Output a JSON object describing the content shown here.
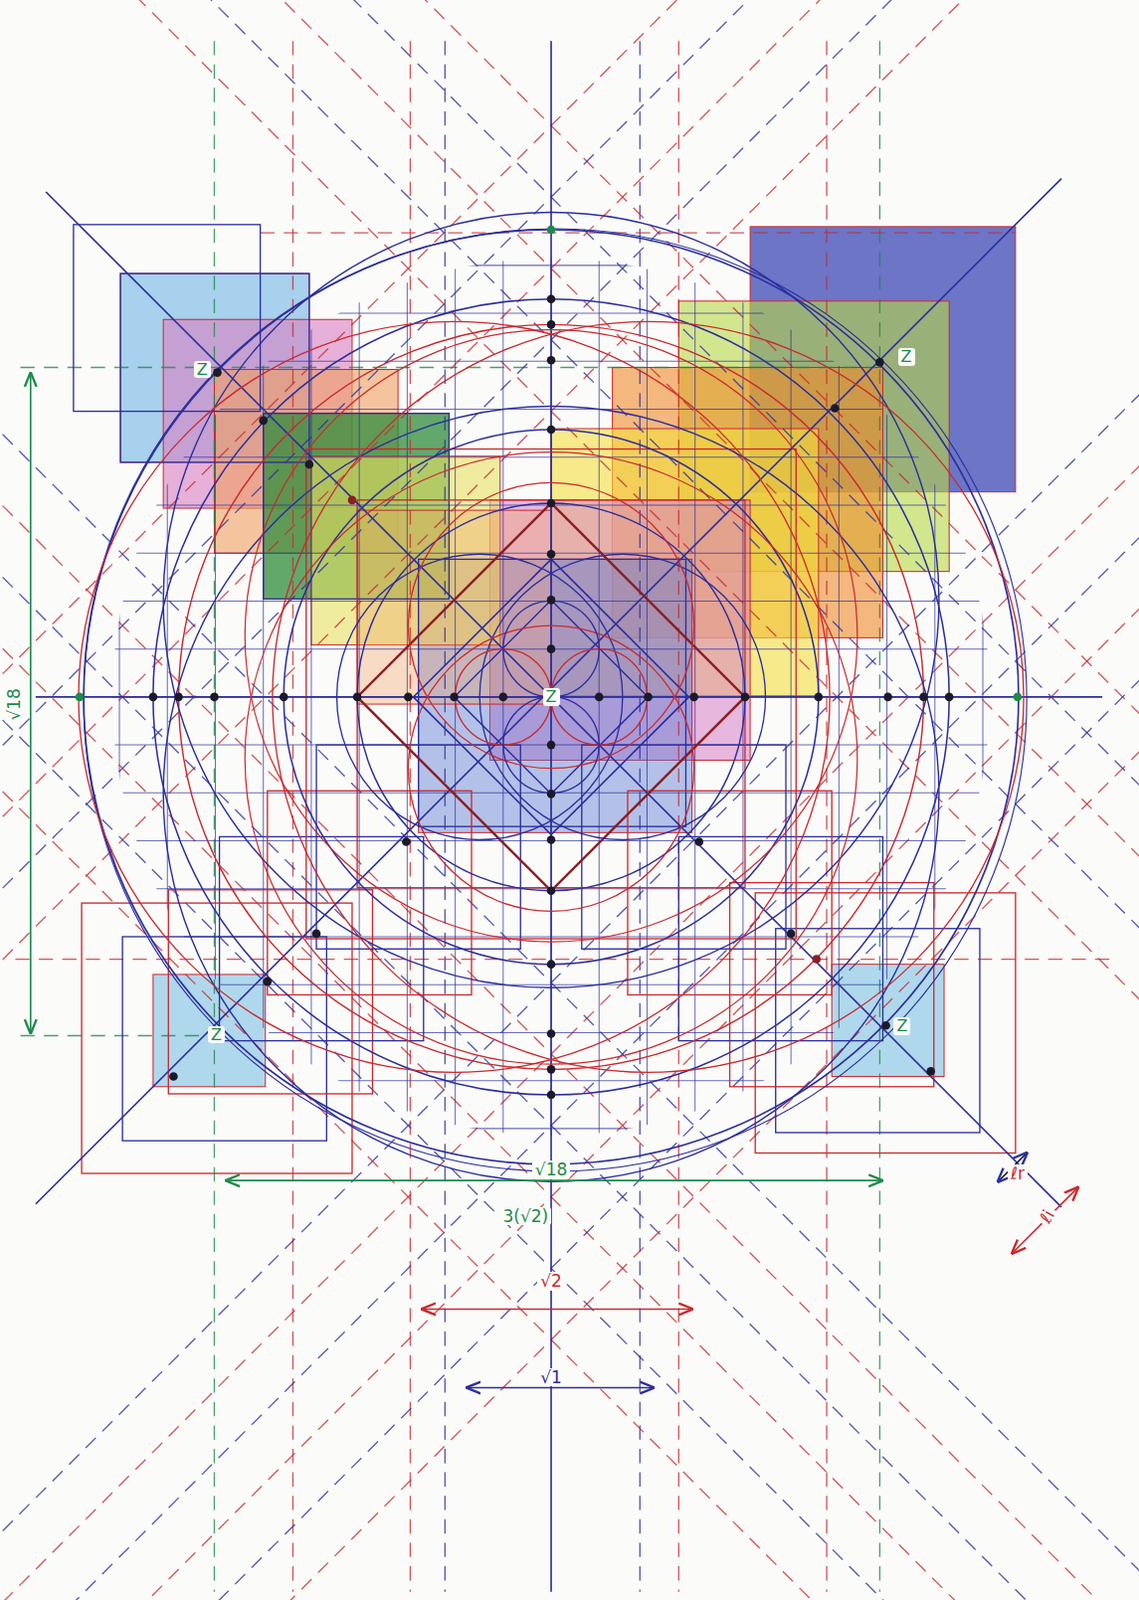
{
  "diagram": {
    "labels": [
      "Z",
      "Z",
      "Z",
      "Z",
      "Z",
      "√18",
      "√18",
      "3(√2)",
      "√2",
      "√1",
      "ℓr",
      "ℓi"
    ]
  }
}
